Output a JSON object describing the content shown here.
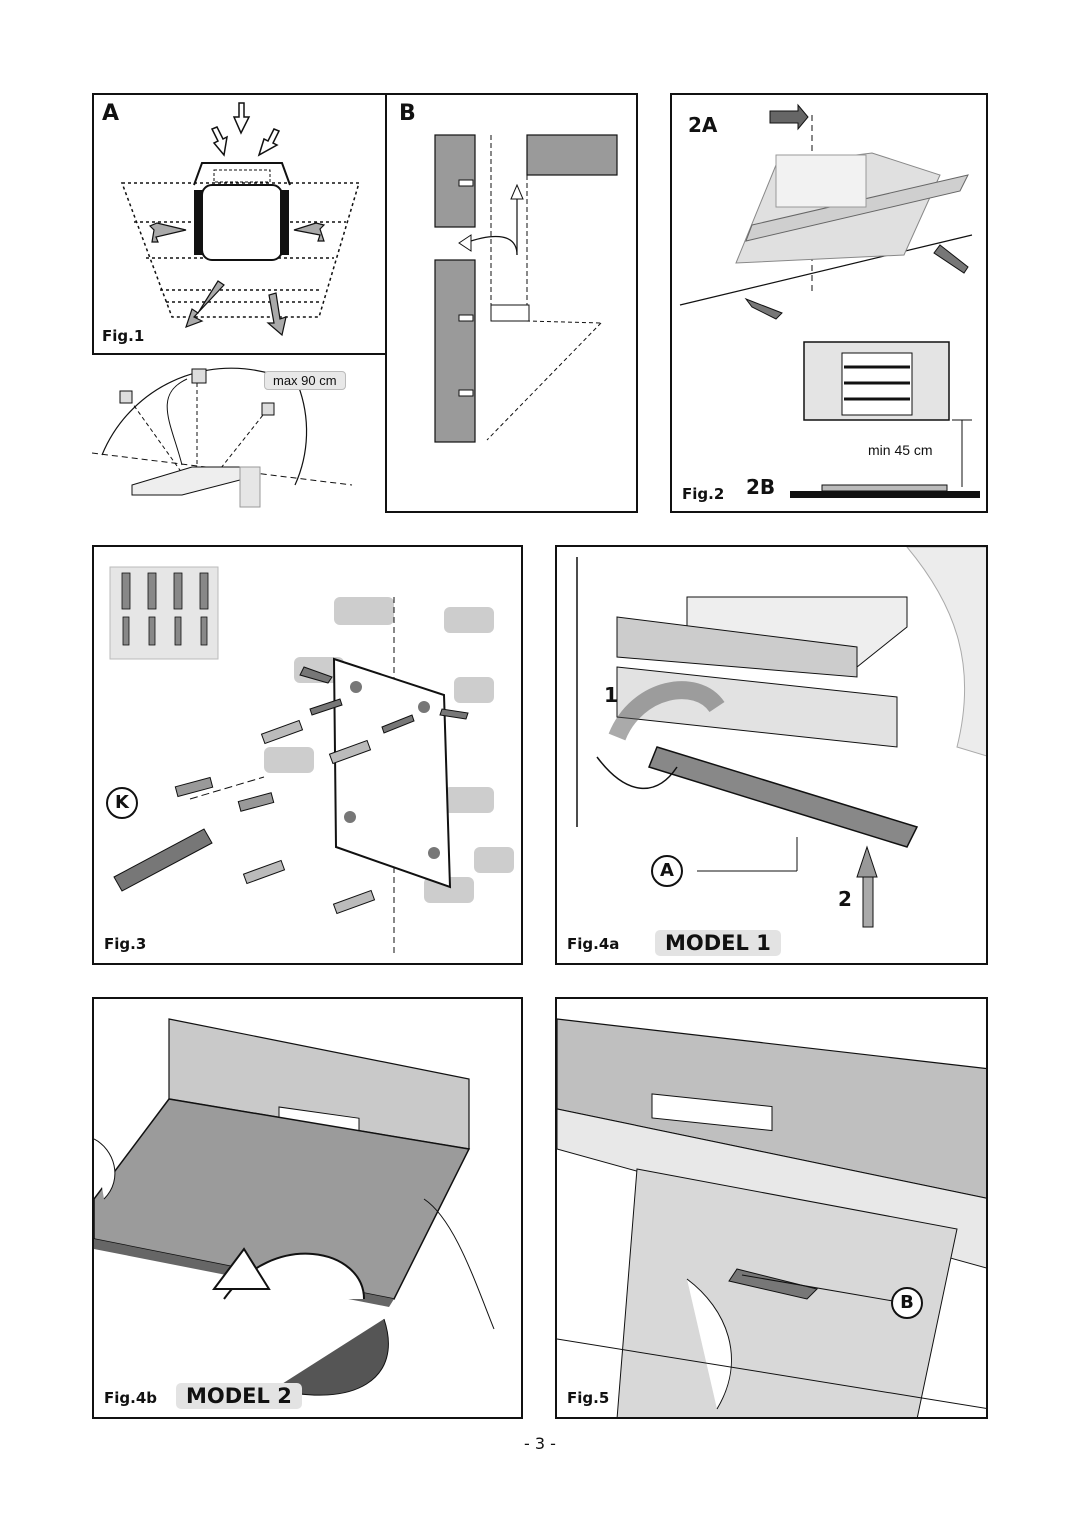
{
  "fig1": {
    "panel_a_letter": "A",
    "panel_b_letter": "B",
    "label": "Fig.1",
    "max_distance": "max 90 cm"
  },
  "fig2": {
    "letter_2a": "2A",
    "letter_2b": "2B",
    "label": "Fig.2",
    "min_distance": "min 45 cm"
  },
  "fig3": {
    "label": "Fig.3",
    "callout_k": "K"
  },
  "fig4a": {
    "label": "Fig.4a",
    "model": "MODEL 1",
    "step_1": "1",
    "step_2": "2",
    "callout_a": "A"
  },
  "fig4b": {
    "label": "Fig.4b",
    "model": "MODEL 2"
  },
  "fig5": {
    "label": "Fig.5",
    "callout_b": "B"
  },
  "page_number": "- 3 -",
  "colors": {
    "ink": "#111111",
    "wall_gray": "#9a9a9a",
    "light_gray": "#d6d6d6",
    "arrow_gray": "#8a8a8a"
  }
}
